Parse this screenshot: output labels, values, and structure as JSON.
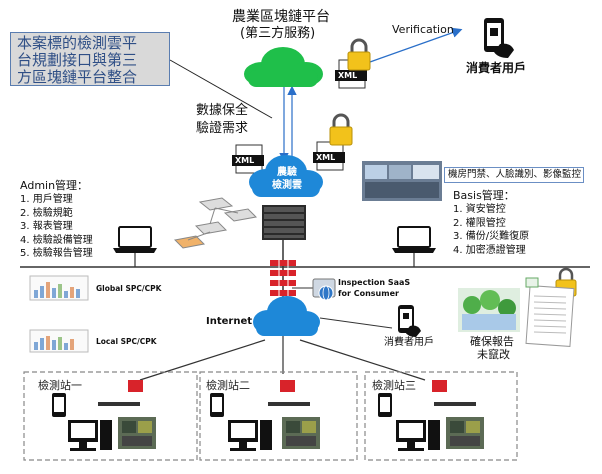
{
  "colors": {
    "cloud_green": "#1fbf4a",
    "cloud_blue": "#1e88d8",
    "note_text": "#2f4f86",
    "firewall_red": "#d8232a"
  },
  "top_cloud": {
    "title_line1": "農業區塊鏈平台",
    "title_line2": "(第三方服務)"
  },
  "note_box": {
    "line1": "本案標的檢測雲平",
    "line2": "台規劃接口與第三",
    "line3": "方區塊鏈平台整合"
  },
  "verification": {
    "label": "Verification",
    "consumer_label": "消費者用戶"
  },
  "data_security": {
    "line1": "數據保全",
    "line2": "驗證需求"
  },
  "xml_badge": "XML",
  "center_cloud": {
    "line1": "農驗",
    "line2": "檢測雲"
  },
  "admin": {
    "title": "Admin管理：",
    "items": [
      "1.  用戶管理",
      "2.  檢驗規範",
      "3.  報表管理",
      "4.  檢驗設備管理",
      "5.  檢驗報告管理"
    ]
  },
  "basis": {
    "title": "Basis管理：",
    "items": [
      "1.  資安管控",
      "2.  權限管控",
      "3.  備份/災難復原",
      "4.  加密憑證管理"
    ]
  },
  "cctv_label": "機房門禁、人臉識別、影像監控",
  "global_spc": "Global SPC/CPK",
  "local_spc": "Local SPC/CPK",
  "inspection_saas": {
    "line1": "Inspection SaaS",
    "line2": "for Consumer"
  },
  "internet_label": "Internet",
  "consumer_user_mid": "消費者用戶",
  "report_note": {
    "line1": "確保報告",
    "line2": "未竄改"
  },
  "stations": [
    "檢測站一",
    "檢測站二",
    "檢測站三"
  ]
}
